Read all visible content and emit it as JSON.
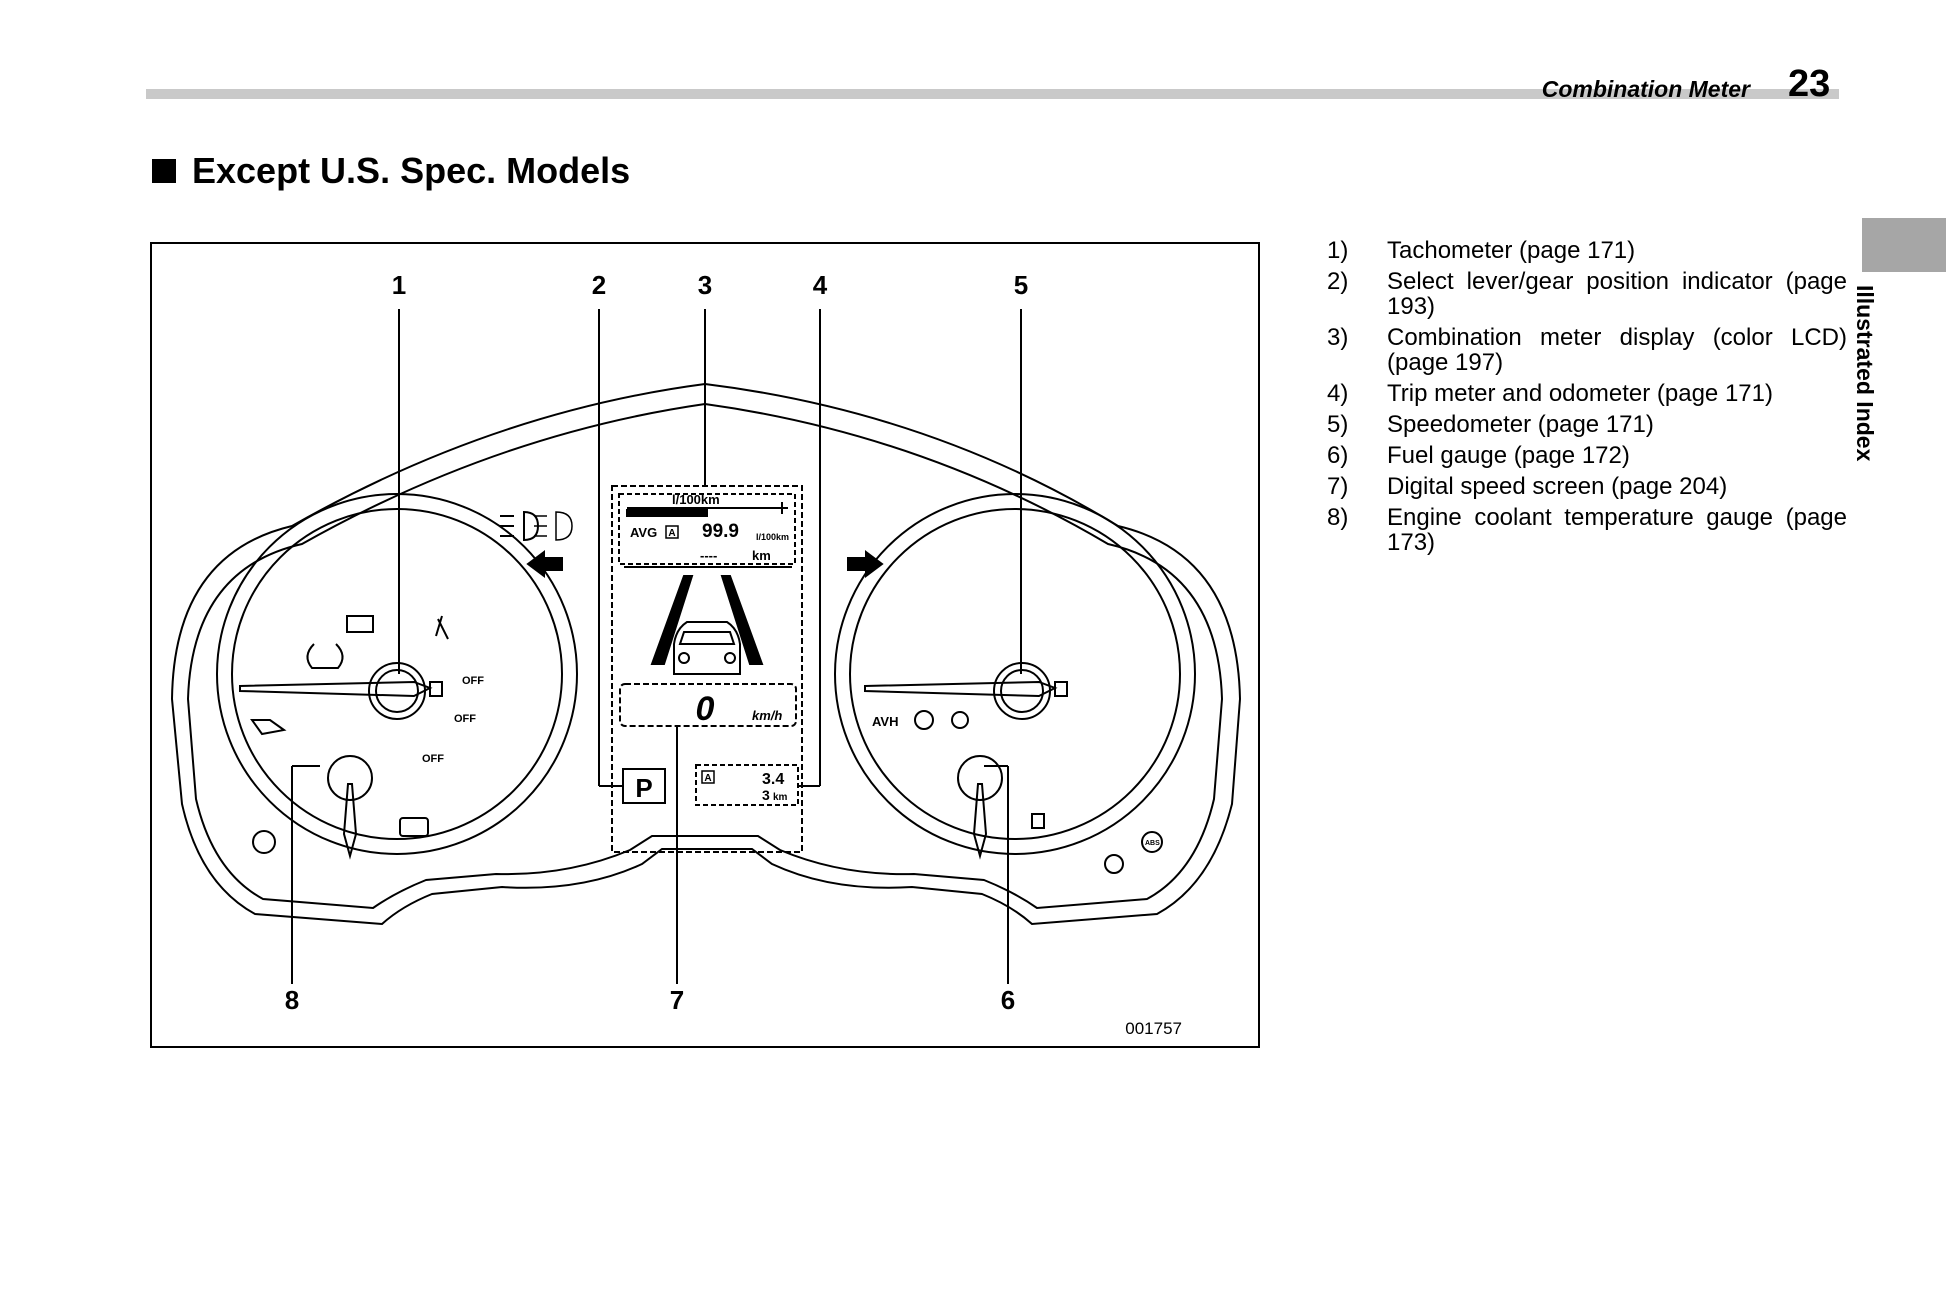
{
  "header": {
    "section_title": "Combination Meter",
    "page_number": "23"
  },
  "side_tab": {
    "label": "Illustrated Index"
  },
  "title": "Except U.S. Spec. Models",
  "figure": {
    "callouts": [
      "1",
      "2",
      "3",
      "4",
      "5",
      "6",
      "7",
      "8"
    ],
    "image_code": "001757",
    "display": {
      "fuel_unit": "l/100km",
      "avg_label": "AVG",
      "avg_badge": "A",
      "avg_value": "99.9",
      "avg_unit": "l/100km",
      "range_value": "----",
      "range_unit": "km",
      "speed_value": "0",
      "speed_unit": "km/h",
      "gear": "P",
      "trip_badge": "A",
      "trip_value": "3.4",
      "odo_value": "3",
      "odo_unit": "km"
    },
    "indicator_labels": {
      "off": "OFF",
      "avh": "AVH",
      "abs": "ABS"
    }
  },
  "legend": [
    {
      "num": "1)",
      "text": "Tachometer (page 171)"
    },
    {
      "num": "2)",
      "text": "Select lever/gear position indicator (page 193)"
    },
    {
      "num": "3)",
      "text": "Combination meter display (color LCD) (page 197)"
    },
    {
      "num": "4)",
      "text": "Trip meter and odometer (page 171)"
    },
    {
      "num": "5)",
      "text": "Speedometer (page 171)"
    },
    {
      "num": "6)",
      "text": "Fuel gauge (page 172)"
    },
    {
      "num": "7)",
      "text": "Digital speed screen (page 204)"
    },
    {
      "num": "8)",
      "text": "Engine coolant temperature gauge (page 173)"
    }
  ]
}
